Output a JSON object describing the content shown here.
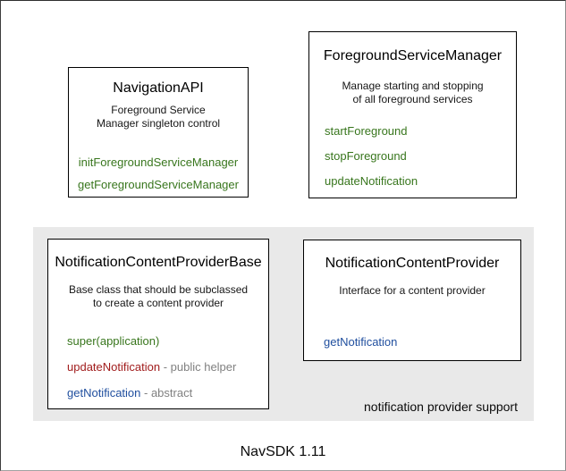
{
  "frame": {
    "footer": "NavSDK 1.11"
  },
  "region": {
    "label": "notification provider support"
  },
  "colors": {
    "method_green": "#38761d",
    "method_red": "#a11d1d",
    "method_blue": "#1f4e9e",
    "suffix_gray": "#808080",
    "region_background": "#e9e9e9",
    "box_border": "#000000"
  },
  "boxes": {
    "navigation_api": {
      "title": "NavigationAPI",
      "description_line1": "Foreground Service",
      "description_line2": "Manager singleton control",
      "methods": {
        "m1": "initForegroundServiceManager",
        "m2": "getForegroundServiceManager"
      }
    },
    "foreground_service_manager": {
      "title": "ForegroundServiceManager",
      "description_line1": "Manage starting and stopping",
      "description_line2": "of all foreground services",
      "methods": {
        "m1": "startForeground",
        "m2": "stopForeground",
        "m3": "updateNotification"
      }
    },
    "notification_content_provider_base": {
      "title": "NotificationContentProviderBase",
      "description_line1": "Base class that should be subclassed",
      "description_line2": "to create a content provider",
      "methods": {
        "m1": "super(application)",
        "m2": "updateNotification",
        "m2_suffix": " - public helper",
        "m3": "getNotification",
        "m3_suffix": " - abstract"
      }
    },
    "notification_content_provider": {
      "title": "NotificationContentProvider",
      "description_line1": "Interface for a content provider",
      "methods": {
        "m1": "getNotification"
      }
    }
  }
}
